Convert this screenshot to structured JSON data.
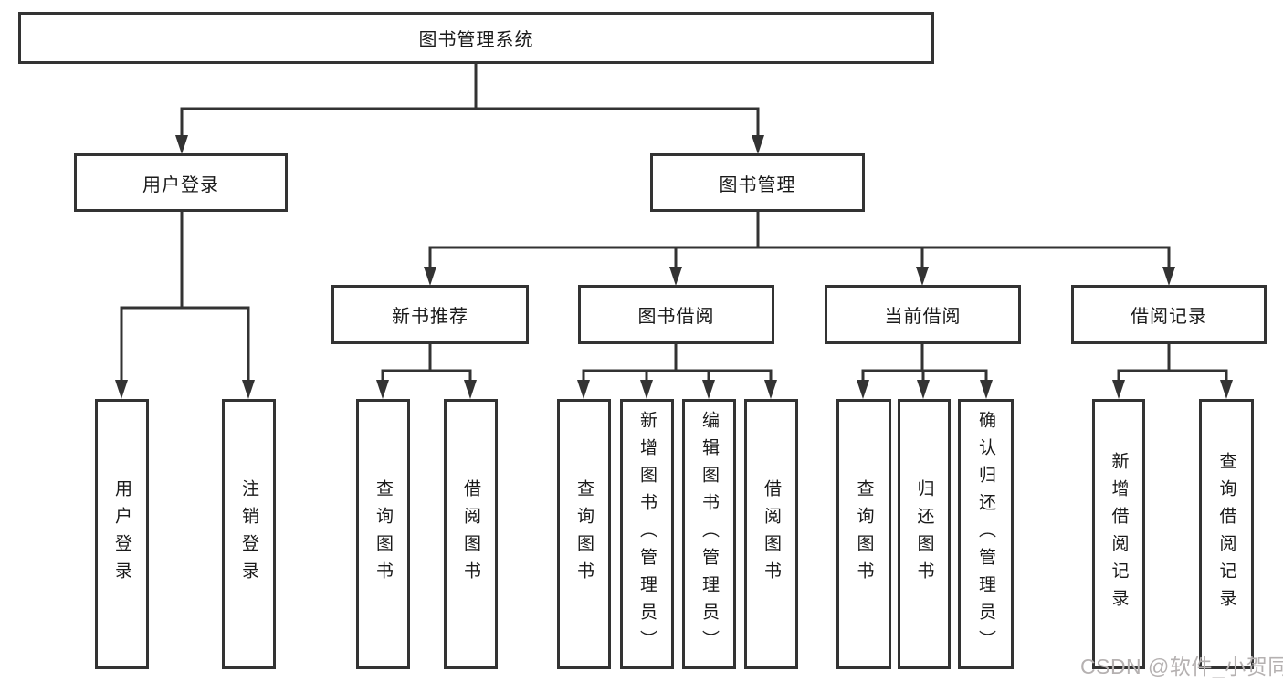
{
  "diagram": {
    "root": {
      "label": "图书管理系统"
    },
    "level2": {
      "user_login": "用户登录",
      "book_mgmt": "图书管理"
    },
    "level3": {
      "new_book_rec": "新书推荐",
      "book_borrow": "图书借阅",
      "current_borrow": "当前借阅",
      "borrow_records": "借阅记录"
    },
    "leaves": {
      "user_login": [
        "用户登录",
        "注销登录"
      ],
      "new_book_rec": [
        "查询图书",
        "借阅图书"
      ],
      "book_borrow": [
        "查询图书",
        "新增图书（管理员）",
        "编辑图书（管理员）",
        "借阅图书"
      ],
      "current_borrow": [
        "查询图书",
        "归还图书",
        "确认归还（管理员）"
      ],
      "borrow_records": [
        "新增借阅记录",
        "查询借阅记录"
      ]
    },
    "colors": {
      "line": "#333333",
      "box_border": "#333333",
      "text": "#1a1a1a",
      "background": "#ffffff",
      "watermark": "#b5b1b1"
    }
  },
  "watermark": {
    "text": "CSDN @软件_小贺同学"
  }
}
